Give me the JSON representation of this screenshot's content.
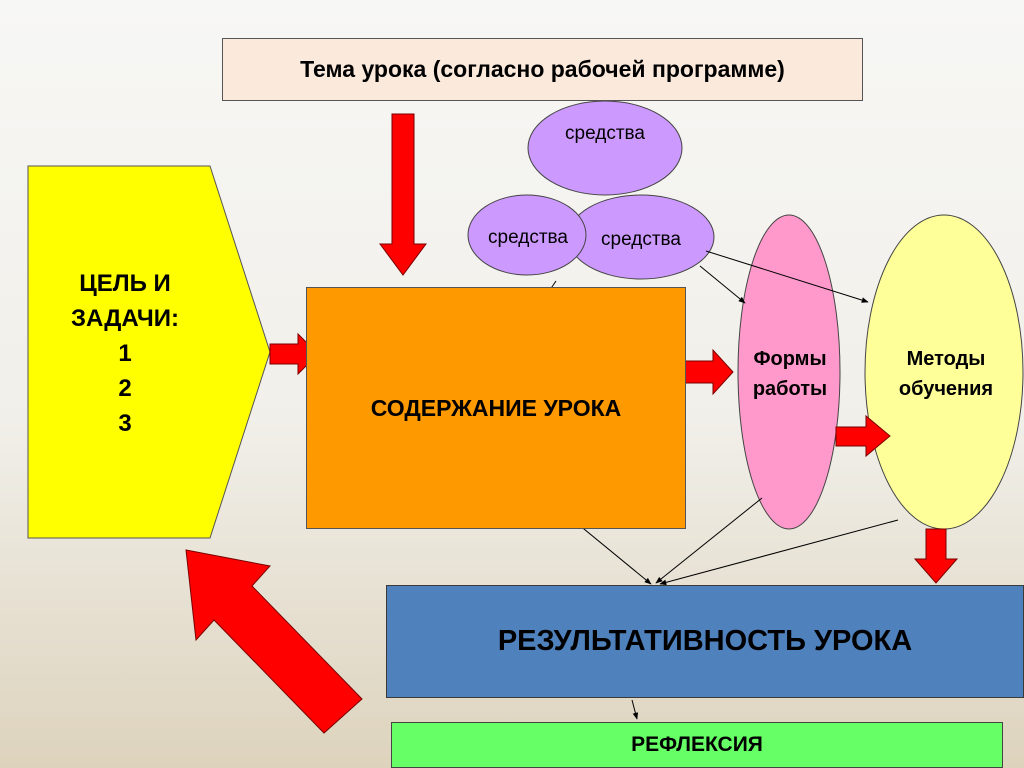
{
  "topic": {
    "label": "Тема урока (согласно рабочей программе)"
  },
  "goal": {
    "lines": [
      "ЦЕЛЬ И",
      "ЗАДАЧИ:",
      "1",
      "2",
      "3"
    ]
  },
  "means": {
    "top": "средства",
    "left": "средства",
    "right": "средства"
  },
  "content": {
    "label": "СОДЕРЖАНИЕ УРОКА"
  },
  "forms": {
    "line1": "Формы",
    "line2": "работы"
  },
  "methods": {
    "line1": "Методы",
    "line2": "обучения"
  },
  "result": {
    "label": "РЕЗУЛЬТАТИВНОСТЬ УРОКА"
  },
  "reflection": {
    "label": "РЕФЛЕКСИЯ"
  },
  "colors": {
    "goal": "#ffff00",
    "topic": "#fbe9dc",
    "content": "#ff9900",
    "means": "#cc99ff",
    "forms": "#ff99cc",
    "methods": "#ffff99",
    "result": "#4f81bd",
    "reflection": "#66ff66",
    "arrow": "#ff0000"
  }
}
